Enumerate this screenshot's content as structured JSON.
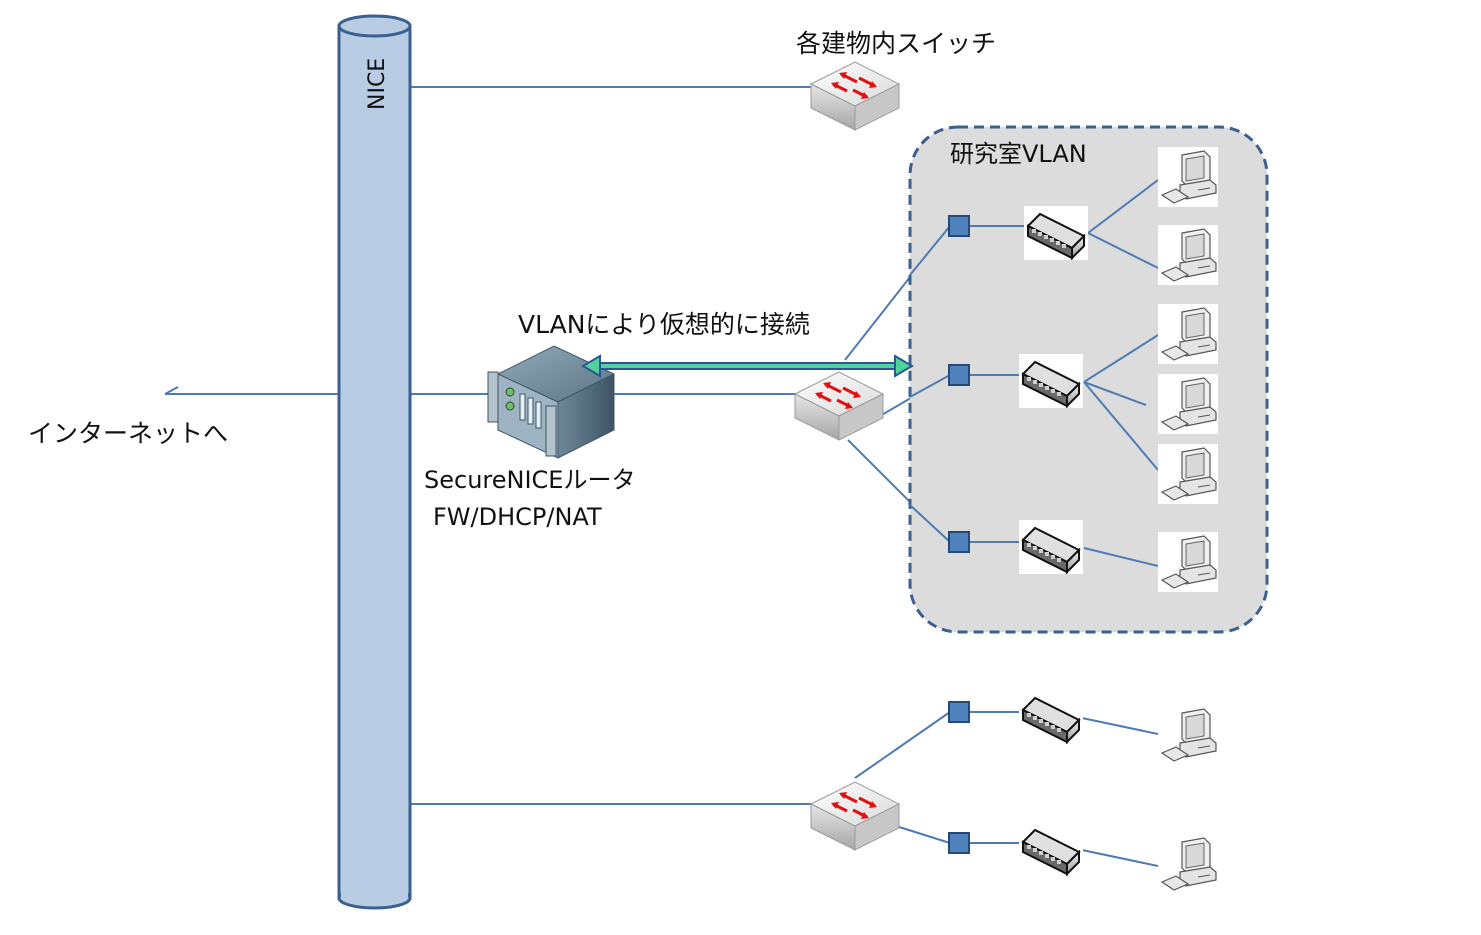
{
  "backbone": {
    "label": "NICE"
  },
  "internet": {
    "label": "インターネットへ"
  },
  "building_switch": {
    "label": "各建物内スイッチ"
  },
  "router": {
    "line1": "SecureNICEルータ",
    "line2": "FW/DHCP/NAT"
  },
  "vlan_link": {
    "label": "VLANにより仮想的に接続"
  },
  "lab_vlan": {
    "label": "研究室VLAN"
  },
  "colors": {
    "line": "#4f7bb3",
    "backbone_fill": "#b8cce4",
    "backbone_stroke": "#3b5f8f",
    "vlan_border": "#3b5f8f",
    "vlan_fill": "#dcdcdc",
    "port": "#4f81bd",
    "arrow_green": "#4fd39a",
    "arrow_dark": "#2f5597"
  },
  "groups": {
    "lab": [
      {
        "pcs": 2
      },
      {
        "pcs": 3
      },
      {
        "pcs": 1
      }
    ],
    "other": [
      {
        "pcs": 1
      },
      {
        "pcs": 1
      }
    ]
  }
}
